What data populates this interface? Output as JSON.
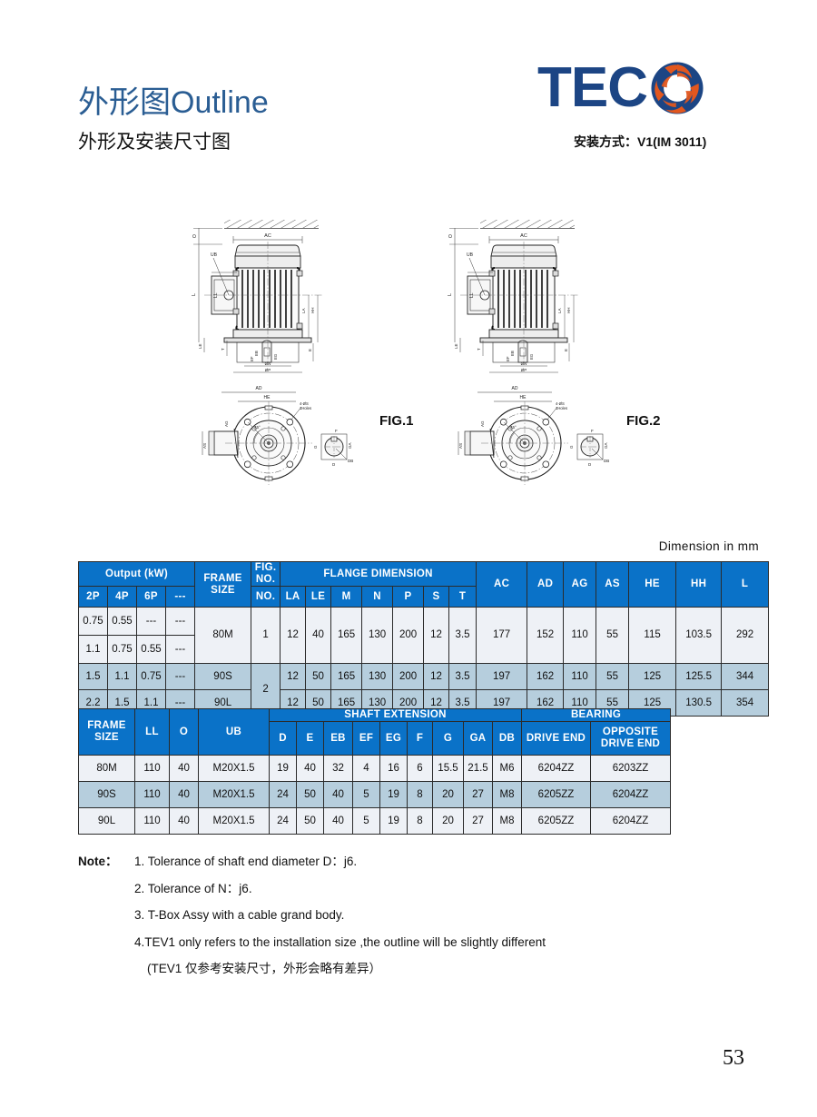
{
  "header": {
    "title_cn": "外形图",
    "title_en": "Outline",
    "subtitle": "外形及安装尺寸图",
    "logo_text": "TEC",
    "logo_icon": "teco-swirl-icon",
    "mount_type": "安装方式：V1(IM 3011)"
  },
  "drawings": {
    "fig1_label": "FIG.1",
    "fig2_label": "FIG.2",
    "callouts": [
      "O",
      "AC",
      "UB",
      "LL",
      "L",
      "LE",
      "T",
      "LA",
      "HH",
      "E",
      "EF",
      "EB",
      "EG",
      "ØN",
      "ØP",
      "AD",
      "HE",
      "AG",
      "AS",
      "45°",
      "4-ØS 1Holes",
      "F",
      "G",
      "GA",
      "D",
      "DB"
    ]
  },
  "dimension_caption": "Dimension  in  mm",
  "table1": {
    "group_headers": {
      "output": "Output (kW)",
      "frame_size": "FRAME SIZE",
      "fig_no": "FIG. NO.",
      "flange": "FLANGE  DIMENSION"
    },
    "columns": [
      "2P",
      "4P",
      "6P",
      "---",
      "FRAME SIZE",
      "FIG. NO.",
      "LA",
      "LE",
      "M",
      "N",
      "P",
      "S",
      "T",
      "AC",
      "AD",
      "AG",
      "AS",
      "HE",
      "HH",
      "L"
    ],
    "rows": [
      {
        "p2": "0.75",
        "p4": "0.55",
        "p6": "---",
        "p_blank": "---",
        "frame": "80M",
        "fig": "1",
        "la": "12",
        "le": "40",
        "m": "165",
        "n": "130",
        "p": "200",
        "s": "12",
        "t": "3.5",
        "ac": "177",
        "ad": "152",
        "ag": "110",
        "as": "55",
        "he": "115",
        "hh": "103.5",
        "l": "292"
      },
      {
        "p2": "1.1",
        "p4": "0.75",
        "p6": "0.55",
        "p_blank": "---"
      },
      {
        "p2": "1.5",
        "p4": "1.1",
        "p6": "0.75",
        "p_blank": "---",
        "frame": "90S",
        "fig": "2",
        "la": "12",
        "le": "50",
        "m": "165",
        "n": "130",
        "p": "200",
        "s": "12",
        "t": "3.5",
        "ac": "197",
        "ad": "162",
        "ag": "110",
        "as": "55",
        "he": "125",
        "hh": "125.5",
        "l": "344"
      },
      {
        "p2": "2.2",
        "p4": "1.5",
        "p6": "1.1",
        "p_blank": "---",
        "frame": "90L",
        "la": "12",
        "le": "50",
        "m": "165",
        "n": "130",
        "p": "200",
        "s": "12",
        "t": "3.5",
        "ac": "197",
        "ad": "162",
        "ag": "110",
        "as": "55",
        "he": "125",
        "hh": "130.5",
        "l": "354"
      }
    ]
  },
  "table2": {
    "group_headers": {
      "shaft_extension": "SHAFT  EXTENSION",
      "bearing": "BEARING"
    },
    "columns": [
      "FRAME SIZE",
      "LL",
      "O",
      "UB",
      "D",
      "E",
      "EB",
      "EF",
      "EG",
      "F",
      "G",
      "GA",
      "DB",
      "DRIVE END",
      "OPPOSITE DRIVE  END"
    ],
    "rows": [
      {
        "frame": "80M",
        "ll": "110",
        "o": "40",
        "ub": "M20X1.5",
        "d": "19",
        "e": "40",
        "eb": "32",
        "ef": "4",
        "eg": "16",
        "f": "6",
        "g": "15.5",
        "ga": "21.5",
        "db": "M6",
        "drive_end": "6204ZZ",
        "opp_drive_end": "6203ZZ"
      },
      {
        "frame": "90S",
        "ll": "110",
        "o": "40",
        "ub": "M20X1.5",
        "d": "24",
        "e": "50",
        "eb": "40",
        "ef": "5",
        "eg": "19",
        "f": "8",
        "g": "20",
        "ga": "27",
        "db": "M8",
        "drive_end": "6205ZZ",
        "opp_drive_end": "6204ZZ"
      },
      {
        "frame": "90L",
        "ll": "110",
        "o": "40",
        "ub": "M20X1.5",
        "d": "24",
        "e": "50",
        "eb": "40",
        "ef": "5",
        "eg": "19",
        "f": "8",
        "g": "20",
        "ga": "27",
        "db": "M8",
        "drive_end": "6205ZZ",
        "opp_drive_end": "6204ZZ"
      }
    ]
  },
  "notes": {
    "label": "Note：",
    "items": [
      "1. Tolerance  of  shaft  end  diameter  D：j6.",
      "2. Tolerance  of  N：j6.",
      "3. T-Box Assy with a cable grand body.",
      "4.TEV1 only refers  to the installation size ,the outline will be slightly different",
      "(TEV1 仅参考安装尺寸，外形会略有差异）"
    ]
  },
  "page_number": "53",
  "colors": {
    "header_blue": "#0a72c8",
    "title_blue": "#2a5d93",
    "row_light": "#eef1f6",
    "row_blue": "#b6cedd",
    "logo_blue": "#1c4584",
    "logo_orange": "#e2571e"
  }
}
